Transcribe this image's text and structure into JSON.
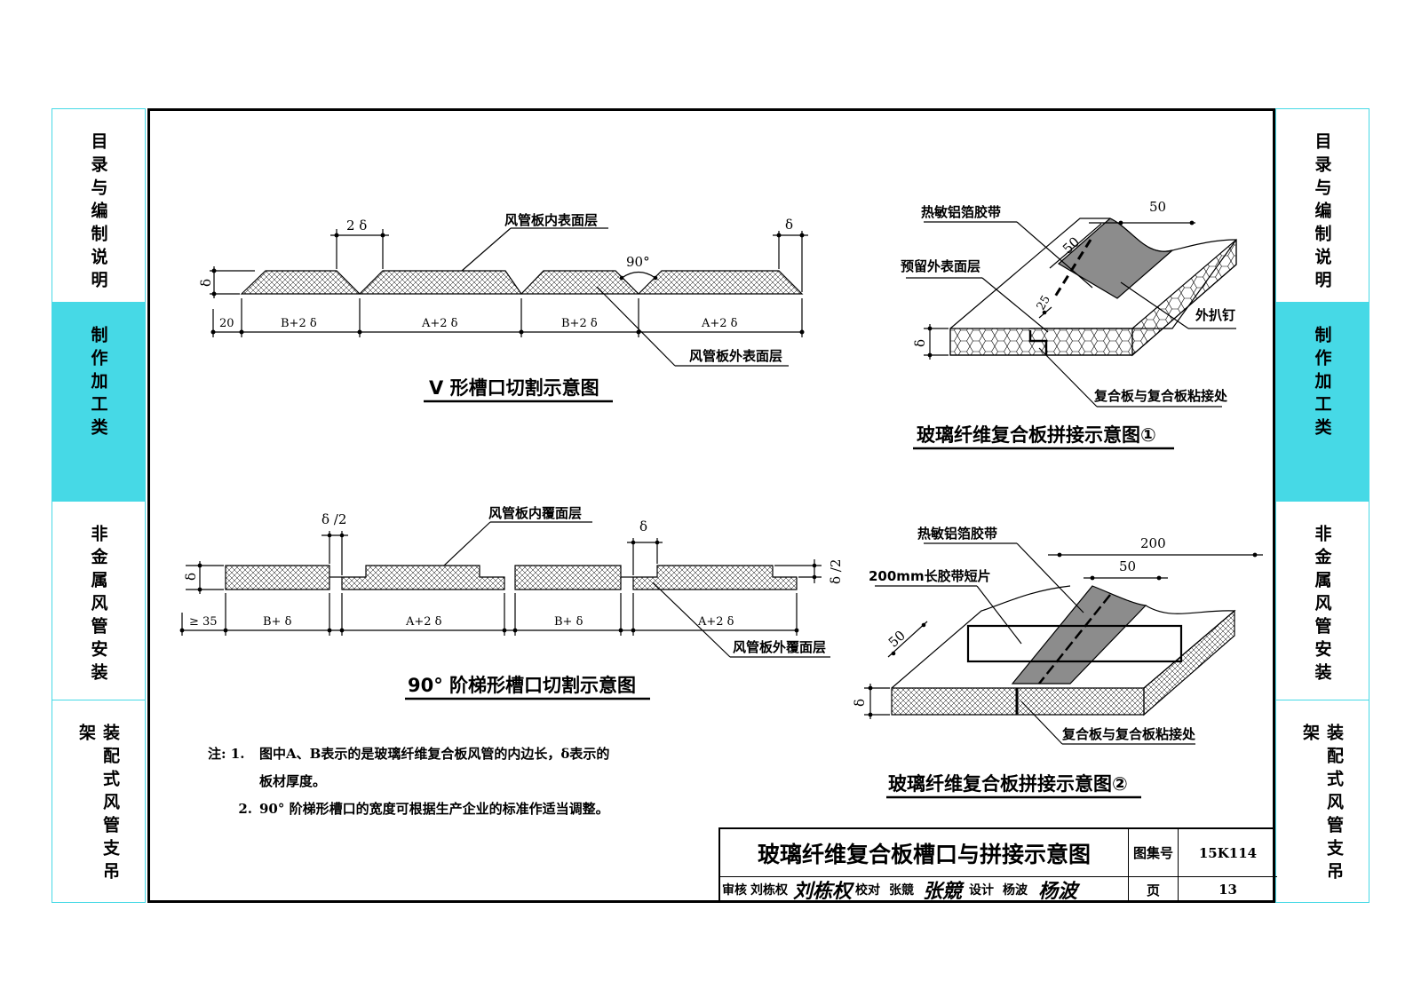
{
  "nav_left": [
    {
      "label": "目录与编制说明",
      "active": false
    },
    {
      "label": "制作加工类",
      "active": true
    },
    {
      "label": "非金属风管安装",
      "active": false
    },
    {
      "label": "装配式风管支吊架",
      "active": false
    }
  ],
  "nav_right": [
    {
      "label": "目录与编制说明",
      "active": false
    },
    {
      "label": "制作加工类",
      "active": true
    },
    {
      "label": "非金属风管安装",
      "active": false
    },
    {
      "label": "装配式风管支吊架",
      "active": false
    }
  ],
  "colors": {
    "accent": "#46d9e6",
    "line": "#000000",
    "tape": "#8c8c8c"
  },
  "fig1": {
    "title": "V 形槽口切割示意图",
    "label_inner": "风管板内表面层",
    "label_outer": "风管板外表面层",
    "dim_2d": "2 δ",
    "dim_d": "δ",
    "dim_thick": "δ",
    "angle": "90°",
    "dims": [
      "20",
      "B+2 δ",
      "A+2 δ",
      "B+2 δ",
      "A+2 δ"
    ]
  },
  "fig2": {
    "title": "90° 阶梯形槽口切割示意图",
    "label_inner": "风管板内覆面层",
    "label_outer": "风管板外覆面层",
    "dim_half": "δ /2",
    "dim_d": "δ",
    "dim_thick": "δ",
    "dim_half_right": "δ /2",
    "dims": [
      "≥ 35",
      "B+ δ",
      "A+2 δ",
      "B+ δ",
      "A+2 δ"
    ]
  },
  "fig3": {
    "title": "玻璃纤维复合板拼接示意图①",
    "tape": "热敏铝箔胶带",
    "reserve": "预留外表面层",
    "nail": "外扒钉",
    "joint": "复合板与复合板粘接处",
    "dim_50a": "50",
    "dim_50b": "50",
    "dim_25": "25",
    "dim_thick": "δ"
  },
  "fig4": {
    "title": "玻璃纤维复合板拼接示意图②",
    "tape": "热敏铝箔胶带",
    "short_tape": "200mm长胶带短片",
    "joint": "复合板与复合板粘接处",
    "dim_200": "200",
    "dim_50a": "50",
    "dim_50b": "50",
    "dim_thick": "δ"
  },
  "notes": {
    "prefix": "注: 1.",
    "line1": "图中A、B表示的是玻璃纤维复合板风管的内边长，δ表示的",
    "line1b": "板材厚度。",
    "prefix2": "2.",
    "line2": "90° 阶梯形槽口的宽度可根据生产企业的标准作适当调整。"
  },
  "titleblock": {
    "title": "玻璃纤维复合板槽口与拼接示意图",
    "atlas_label": "图集号",
    "atlas_no": "15K114",
    "page_label": "页",
    "page_no": "13",
    "review_label": "审核",
    "reviewer": "刘栋权",
    "check_label": "校对",
    "checker": "张競",
    "design_label": "设计",
    "designer": "杨波"
  }
}
